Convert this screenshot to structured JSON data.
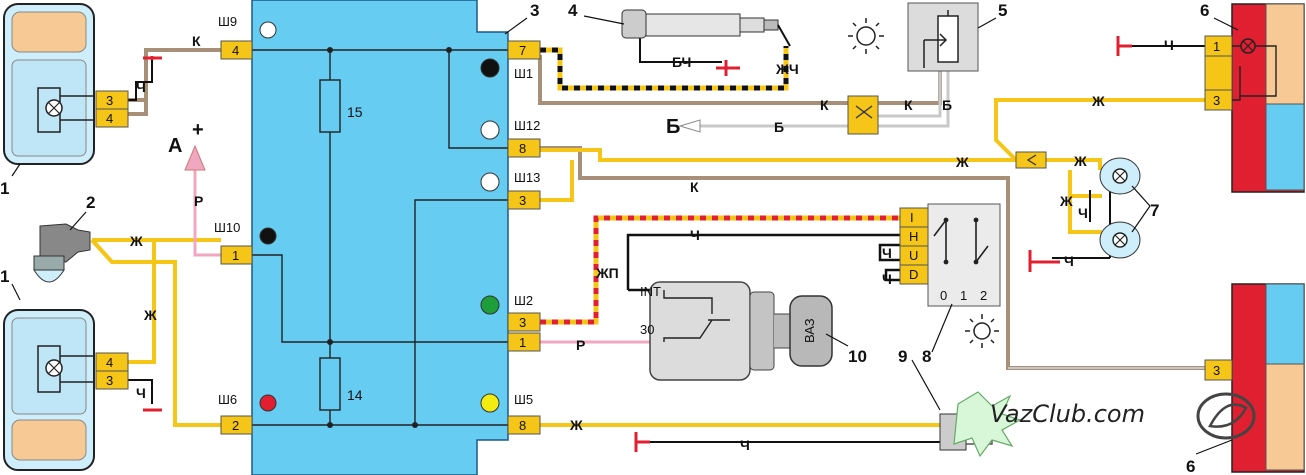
{
  "callouts": {
    "c1a": "1",
    "c1b": "1",
    "c2": "2",
    "c3": "3",
    "c4": "4",
    "c5": "5",
    "c6a": "6",
    "c6b": "6",
    "c7": "7",
    "c8": "8",
    "c9": "9",
    "c10": "10"
  },
  "fuses": {
    "f15": "15",
    "f14": "14"
  },
  "sockets": {
    "sh9": "Ш9",
    "sh1": "Ш1",
    "sh12": "Ш12",
    "sh13": "Ш13",
    "sh10": "Ш10",
    "sh2": "Ш2",
    "sh6": "Ш6",
    "sh5": "Ш5"
  },
  "pins": {
    "p4a": "4",
    "p7": "7",
    "p8a": "8",
    "p3a": "3",
    "p1a": "1",
    "p3b": "3",
    "p1b": "1",
    "p2": "2",
    "p8b": "8",
    "h1_3": "3",
    "h1_4": "4",
    "h2_4": "4",
    "h2_3": "3",
    "t6_1": "1",
    "t6_3": "3",
    "b6_3": "3"
  },
  "switch_pins": {
    "i": "I",
    "h": "H",
    "u": "U",
    "d": "D"
  },
  "switch_positions": [
    "0",
    "1",
    "2"
  ],
  "ignition_pins": {
    "int": "INT",
    "t30": "30"
  },
  "key_text": "ВАЗ",
  "wires": {
    "k1": "К",
    "ch1": "Ч",
    "ch2": "Ч",
    "zh1": "Ж",
    "zh2": "Ж",
    "bch": "БЧ",
    "zhch": "ЖЧ",
    "k2": "К",
    "k3": "К",
    "b1": "Б",
    "b2": "Б",
    "zh3": "Ж",
    "zh4": "Ж",
    "zh5": "Ж",
    "k4": "К",
    "ch3": "Ч",
    "zh6": "Ж",
    "ch4": "Ч",
    "ch5": "Ч",
    "ch6": "Ч",
    "zhp": "ЖП",
    "r1": "Р",
    "r2": "Р",
    "zh7": "Ж",
    "ch7": "Ч",
    "ch8": "Ч",
    "ch9": "Ч"
  },
  "arrows": {
    "a": "А",
    "b": "Б",
    "plus": "+"
  },
  "watermark": "VazClub.com",
  "colors": {
    "block": "#66ccf2",
    "yellow": "#f5c518",
    "brown": "#a89078",
    "red": "#e02030",
    "black": "#111111",
    "pink": "#f0a8c0",
    "grey": "#c8c8c8",
    "lamp_blue": "#cdeefa",
    "orange": "#f7c995",
    "green": "#1e9e3a",
    "socket_yellow": "#f3ec10"
  }
}
